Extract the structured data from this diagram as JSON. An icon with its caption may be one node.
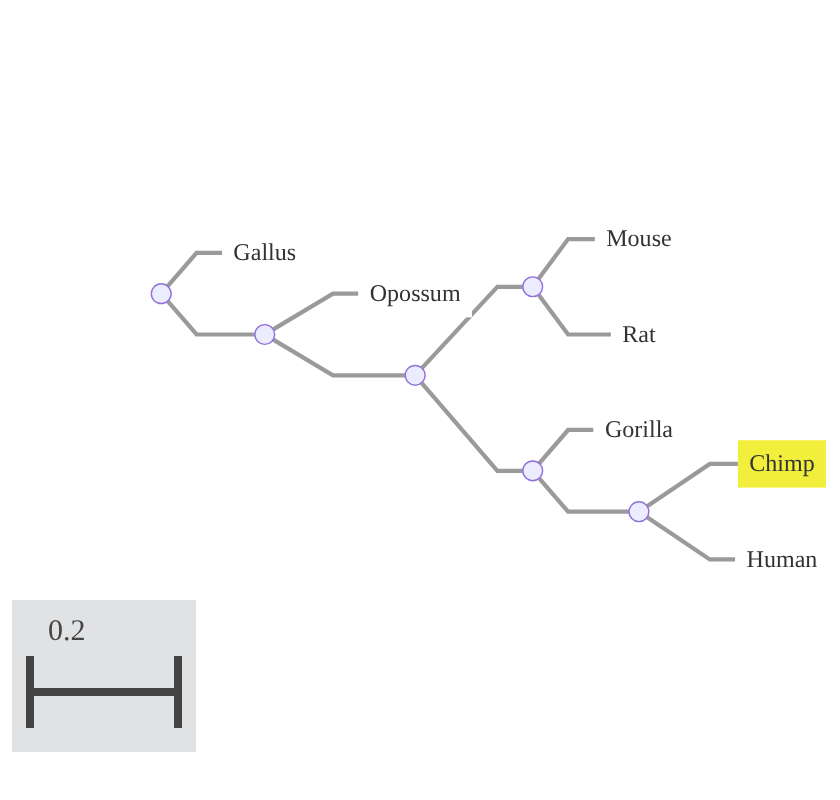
{
  "diagram": {
    "nodes": [
      {
        "text": [],
        "shape": "circle"
      },
      {
        "text": [
          "Gallus"
        ]
      },
      {
        "text": [],
        "shape": "circle"
      },
      {
        "text": [
          "Opossum"
        ]
      },
      {
        "text": [],
        "shape": "circle"
      },
      {
        "text": [],
        "shape": "circle"
      },
      {
        "text": [
          "Mouse"
        ]
      },
      {
        "text": [
          "Rat"
        ]
      },
      {
        "text": [
          "Gorilla"
        ]
      },
      {
        "text": [],
        "shape": "circle"
      },
      {
        "text": [
          "Chimp"
        ]
      },
      {
        "text": [],
        "shape": "circle"
      },
      {
        "text": [
          "Human"
        ]
      }
    ],
    "edges": [
      {
        "from": 0,
        "to": 1,
        "arrow": "none"
      },
      {
        "from": 0,
        "to": 2,
        "arrow": "none"
      },
      {
        "from": 2,
        "to": 3,
        "arrow": "none"
      },
      {
        "from": 2,
        "to": 4,
        "arrow": "none"
      },
      {
        "from": 4,
        "to": 5,
        "arrow": "none"
      },
      {
        "from": 5,
        "to": 6,
        "arrow": "none"
      },
      {
        "from": 5,
        "to": 7,
        "arrow": "none"
      },
      {
        "from": 4,
        "to": 9,
        "arrow": "none"
      },
      {
        "from": 9,
        "to": 8,
        "arrow": "none"
      },
      {
        "from": 9,
        "to": 11,
        "arrow": "none"
      },
      {
        "from": 11,
        "to": 10,
        "arrow": "none"
      },
      {
        "from": 11,
        "to": 12,
        "arrow": "none"
      }
    ],
    "labels": [
      "0.2"
    ]
  }
}
